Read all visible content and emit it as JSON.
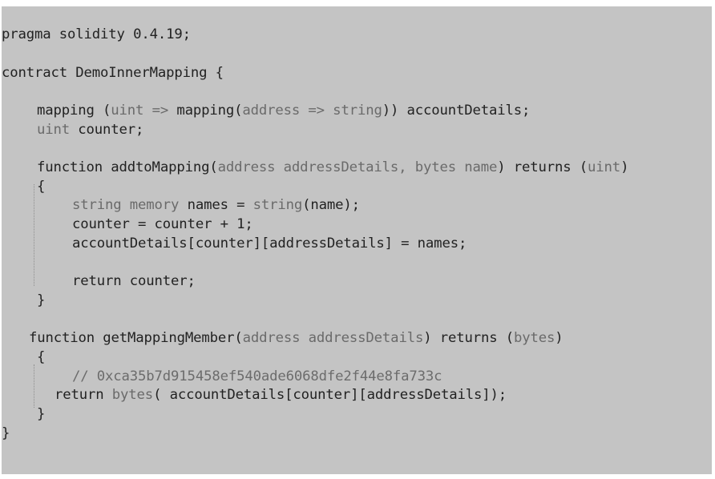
{
  "code": {
    "lines": [
      [
        {
          "t": "pragma solidity 0.4.19;",
          "c": "k"
        }
      ],
      [
        {
          "t": "contract DemoInnerMapping {",
          "c": "k"
        }
      ],
      [
        {
          "t": "mapping (",
          "c": "k"
        },
        {
          "t": "uint => ",
          "c": "t"
        },
        {
          "t": "mapping(",
          "c": "k"
        },
        {
          "t": "address => string",
          "c": "t"
        },
        {
          "t": ")) accountDetails;",
          "c": "k"
        }
      ],
      [
        {
          "t": "uint ",
          "c": "t"
        },
        {
          "t": "counter;",
          "c": "k"
        }
      ],
      [
        {
          "t": "function addtoMapping(",
          "c": "k"
        },
        {
          "t": "address addressDetails, bytes name",
          "c": "t"
        },
        {
          "t": ") returns (",
          "c": "k"
        },
        {
          "t": "uint",
          "c": "t"
        },
        {
          "t": ")",
          "c": "k"
        }
      ],
      [
        {
          "t": "{",
          "c": "k"
        }
      ],
      [
        {
          "t": "string memory ",
          "c": "t"
        },
        {
          "t": "names = ",
          "c": "k"
        },
        {
          "t": "string",
          "c": "t"
        },
        {
          "t": "(name);",
          "c": "k"
        }
      ],
      [
        {
          "t": "counter = counter + 1;",
          "c": "k"
        }
      ],
      [
        {
          "t": "accountDetails[counter][addressDetails] = names;",
          "c": "k"
        }
      ],
      [
        {
          "t": "return counter;",
          "c": "k"
        }
      ],
      [
        {
          "t": "}",
          "c": "k"
        }
      ],
      [
        {
          "t": "function getMappingMember(",
          "c": "k"
        },
        {
          "t": "address addressDetails",
          "c": "t"
        },
        {
          "t": ") returns (",
          "c": "k"
        },
        {
          "t": "bytes",
          "c": "t"
        },
        {
          "t": ")",
          "c": "k"
        }
      ],
      [
        {
          "t": "{",
          "c": "k"
        }
      ],
      [
        {
          "t": "// 0xca35b7d915458ef540ade6068dfe2f44e8fa733c",
          "c": "c"
        }
      ],
      [
        {
          "t": "return ",
          "c": "k"
        },
        {
          "t": "bytes",
          "c": "t"
        },
        {
          "t": "( accountDetails[counter][addressDetails]);",
          "c": "k"
        }
      ],
      [
        {
          "t": "}",
          "c": "k"
        }
      ],
      [
        {
          "t": "}",
          "c": "k"
        }
      ]
    ]
  }
}
